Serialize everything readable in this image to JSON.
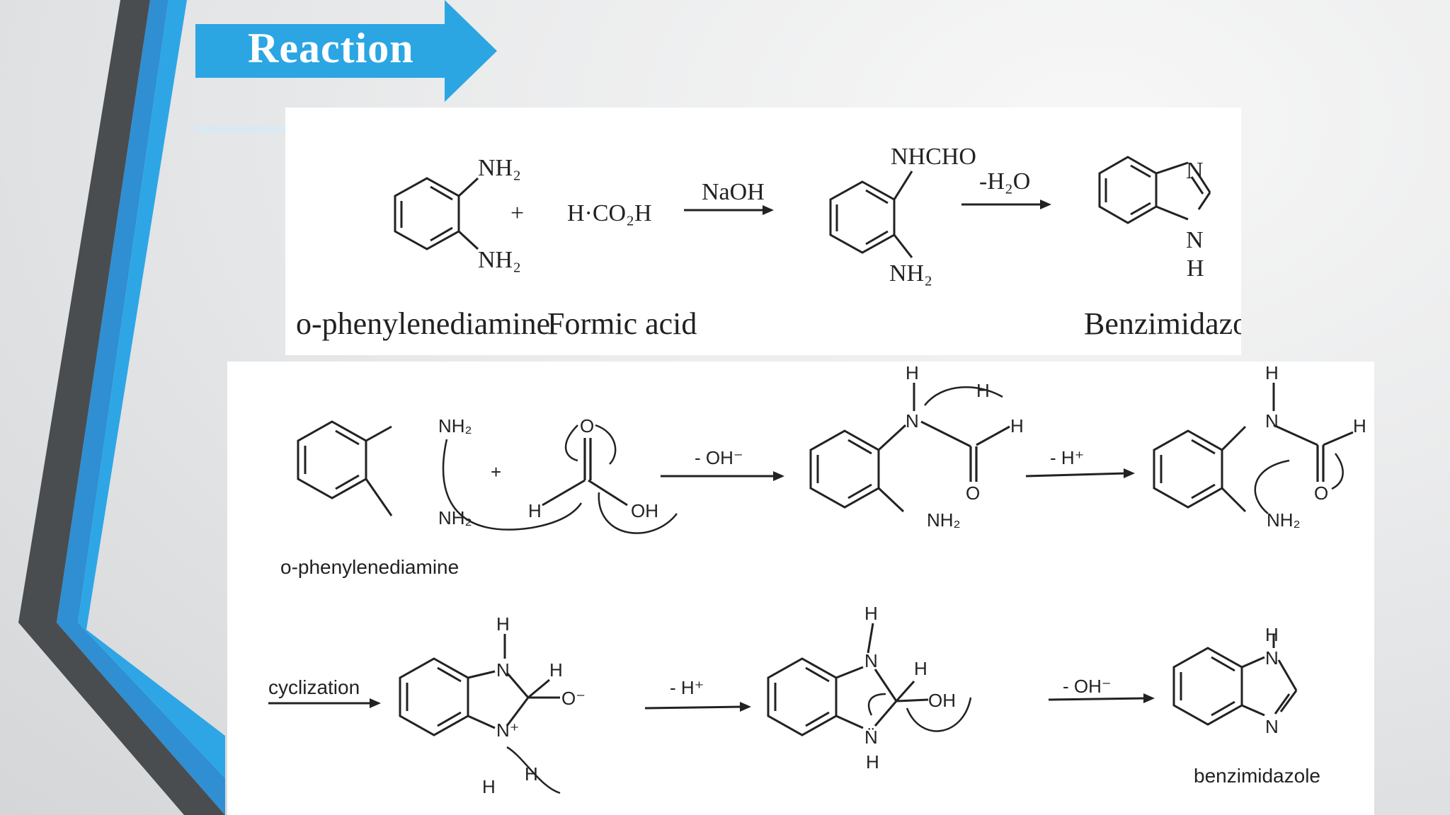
{
  "slide": {
    "title": "Reaction"
  },
  "scheme1": {
    "reactant1_name": "o-phenylenediamine",
    "reactant2_name": "Formic acid",
    "product_name": "Benzimidazole",
    "plus": "+",
    "reactant2_formula": "H·CO₂H",
    "reagent1": "NaOH",
    "reagent2": "-H₂O",
    "nh2_top": "NH₂",
    "nh2_bottom": "NH₂",
    "intermediate_top": "NHCHO",
    "intermediate_bottom": "NH₂",
    "product_n_top": "N",
    "product_n_bottom": "N",
    "product_h": "H"
  },
  "scheme2": {
    "reactant_name": "o-phenylenediamine",
    "product_name": "benzimidazole",
    "plus": "+",
    "step1": "- OH⁻",
    "step2": "- H⁺",
    "step3": "cyclization",
    "step4": "- H⁺",
    "step5": "- OH⁻",
    "nh2_a": "NH₂",
    "nh2_b": "NH₂",
    "o": "O",
    "h": "H",
    "oh": "OH",
    "n": "N",
    "n_plus": "N⁺",
    "o_minus": "O⁻",
    "n_lp": "N̈"
  }
}
